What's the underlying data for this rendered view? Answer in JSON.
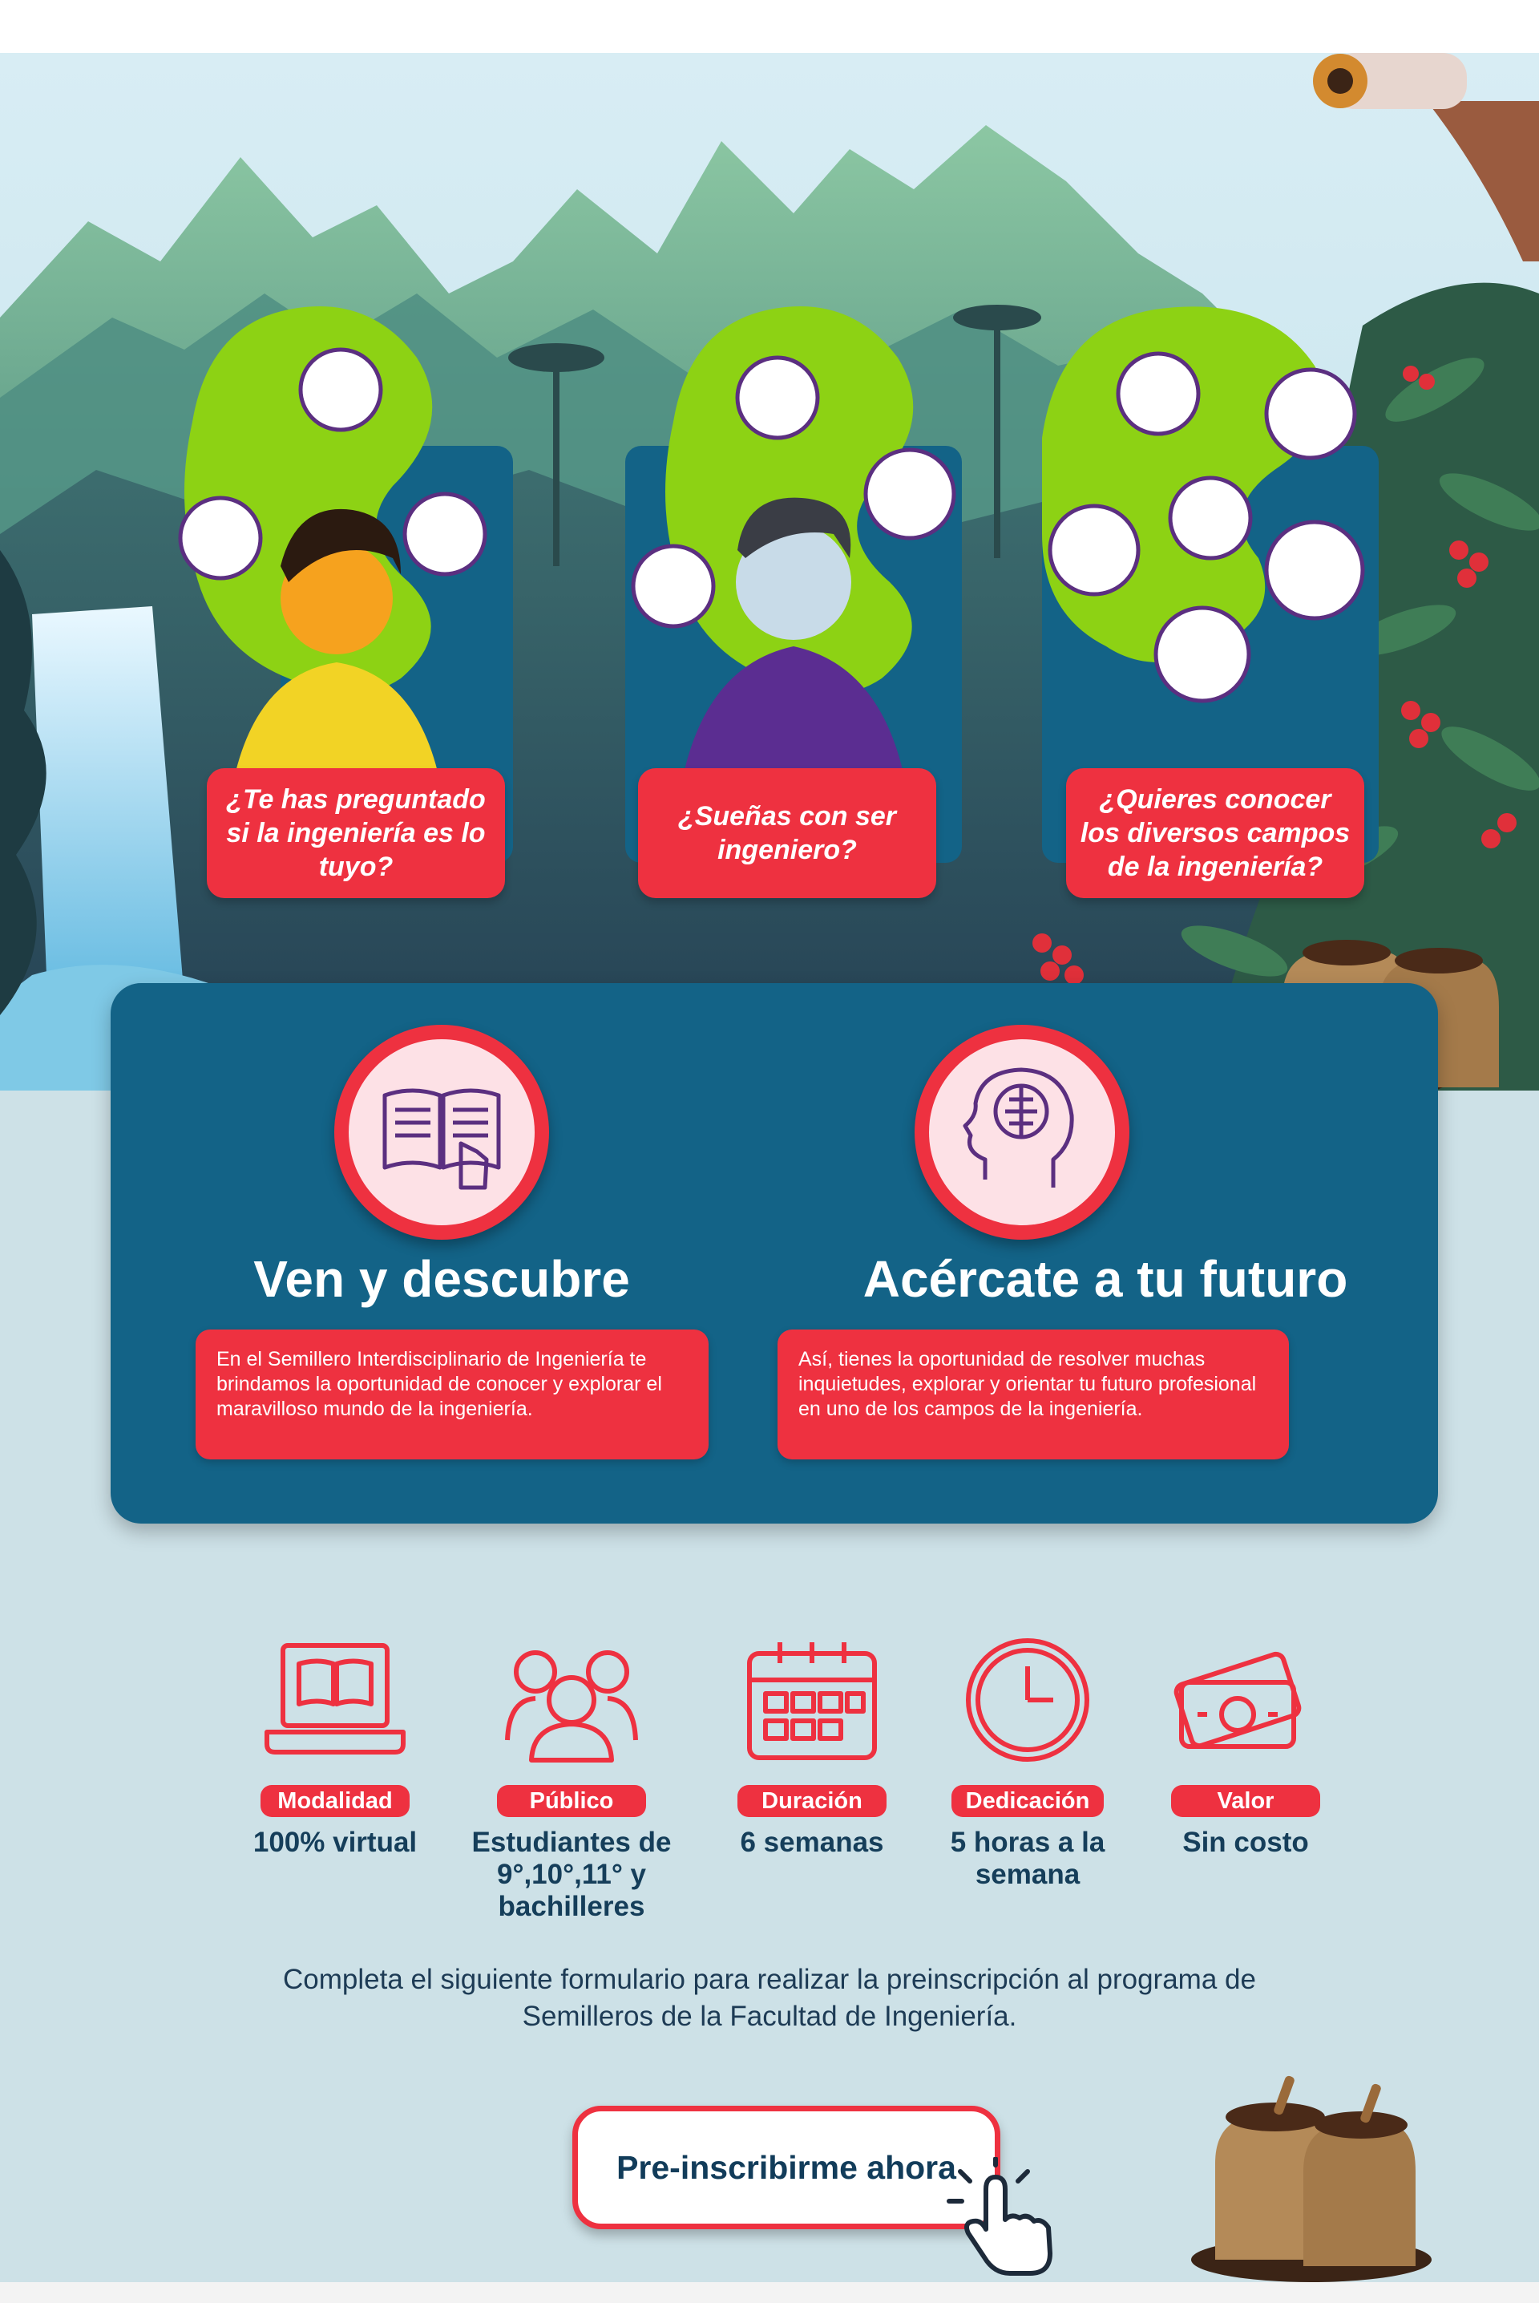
{
  "hero": {
    "questions": [
      "¿Te has preguntado si la ingeniería es lo tuyo?",
      "¿Sueñas con ser ingeniero?",
      "¿Quieres conocer los diversos campos de la ingeniería?"
    ]
  },
  "features": [
    {
      "title": "Ven y descubre",
      "text": "En el Semillero Interdisciplinario de Ingeniería te brindamos la oportunidad de conocer y explorar el maravilloso mundo de la ingeniería.",
      "icon": "open-book-icon"
    },
    {
      "title": "Acércate a tu futuro",
      "text": "Así, tienes la oportunidad de resolver muchas inquietudes, explorar y orientar tu futuro profesional en uno de los campos de la ingeniería.",
      "icon": "brain-head-icon"
    }
  ],
  "info": [
    {
      "label": "Modalidad",
      "value": "100% virtual",
      "icon": "laptop-book-icon"
    },
    {
      "label": "Público",
      "value": "Estudiantes de 9°,10°,11° y bachilleres",
      "icon": "people-icon"
    },
    {
      "label": "Duración",
      "value": "6 semanas",
      "icon": "calendar-icon"
    },
    {
      "label": "Dedicación",
      "value": "5 horas a la semana",
      "icon": "clock-icon"
    },
    {
      "label": "Valor",
      "value": "Sin costo",
      "icon": "money-icon"
    }
  ],
  "cta": {
    "text": "Completa el siguiente formulario para realizar la preinscripción al programa de Semilleros de la Facultad de Ingeniería.",
    "button": "Pre-inscribirme ahora"
  },
  "colors": {
    "accent_red": "#ee3140",
    "panel_blue": "#136387",
    "lime": "#8dd214",
    "background": "#cde1e7"
  }
}
